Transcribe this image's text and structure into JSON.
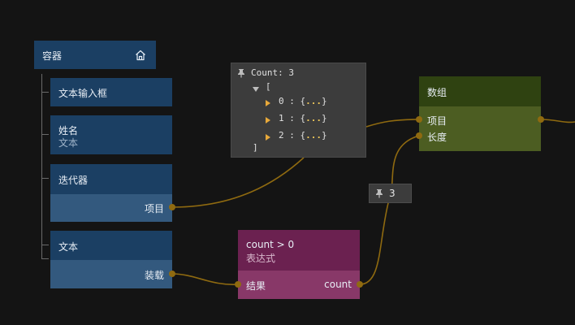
{
  "container": {
    "title": "容器",
    "icon": "home-icon"
  },
  "tree": {
    "text_input": {
      "title": "文本输入框"
    },
    "name": {
      "title": "姓名",
      "subtitle": "文本"
    },
    "iterator": {
      "title": "迭代器",
      "port_label": "项目"
    },
    "text": {
      "title": "文本",
      "port_label": "装载"
    }
  },
  "debug_panel": {
    "header": "Count: 3",
    "open_bracket": "[",
    "items": [
      "0 : {...}",
      "1 : {...}",
      "2 : {...}"
    ],
    "close_bracket": "]"
  },
  "pinned_value": {
    "value": "3"
  },
  "array_node": {
    "title": "数组",
    "port_items": "项目",
    "port_length": "长度"
  },
  "expression_node": {
    "title": "count > 0",
    "subtitle": "表达式",
    "port_result": "结果",
    "port_count": "count"
  },
  "colors": {
    "canvas": "#141414",
    "wire": "#8f6a10",
    "blue_node": "#1b3f63",
    "array_node": "#4c5d22",
    "expression_node": "#883868"
  }
}
